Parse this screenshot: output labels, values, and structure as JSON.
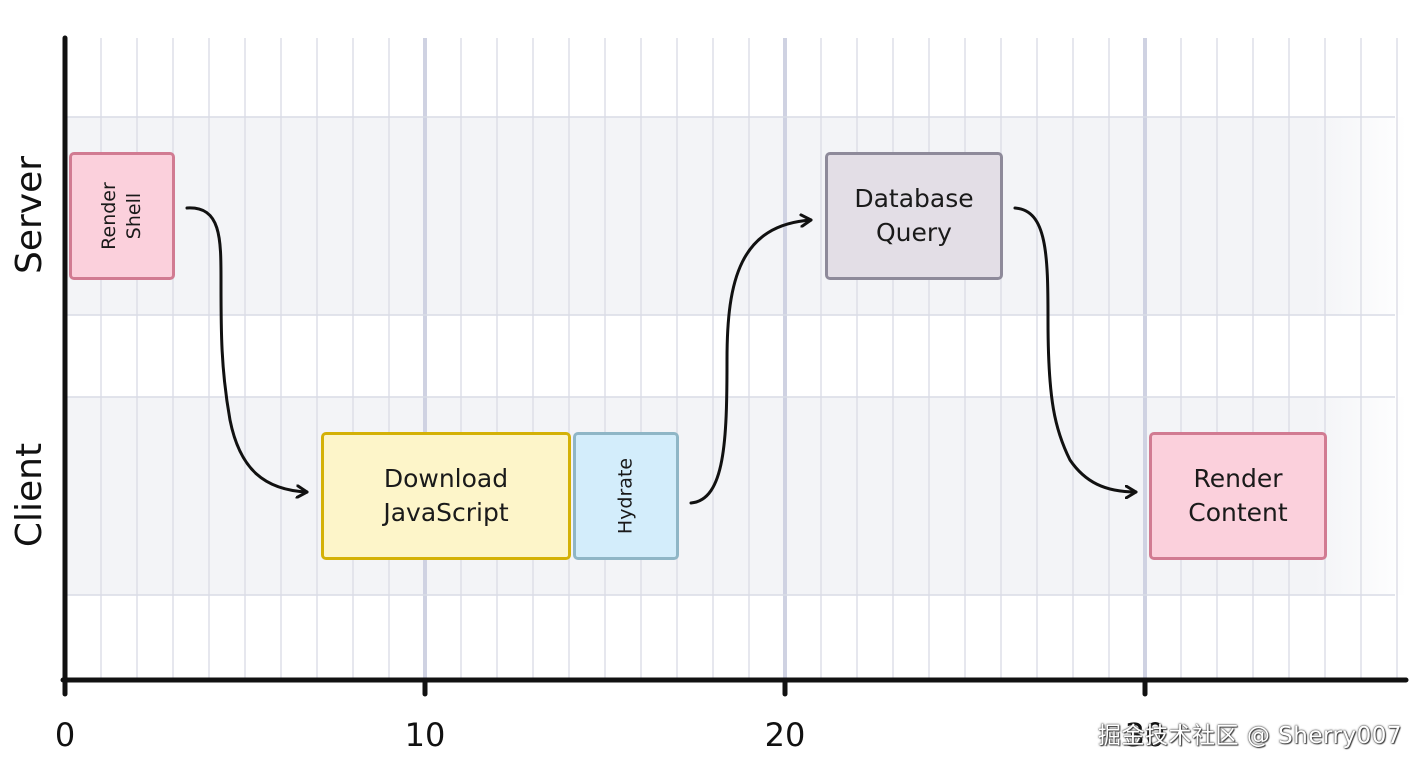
{
  "lanes": {
    "server": "Server",
    "client": "Client"
  },
  "axis": {
    "ticks": [
      "0",
      "10",
      "20",
      "30"
    ]
  },
  "tasks": [
    {
      "id": "render-shell",
      "label": "Render\nShell",
      "lane": "server",
      "start": 0,
      "end": 3,
      "orientation": "vertical",
      "fill": "#fbd0dc",
      "stroke": "#d17b92"
    },
    {
      "id": "download-javascript",
      "label": "Download\nJavaScript",
      "lane": "client",
      "start": 7,
      "end": 14,
      "orientation": "horizontal",
      "fill": "#fdf5c9",
      "stroke": "#d4b106"
    },
    {
      "id": "hydrate",
      "label": "Hydrate",
      "lane": "client",
      "start": 14,
      "end": 17,
      "orientation": "vertical",
      "fill": "#d3edfb",
      "stroke": "#8fb6c6"
    },
    {
      "id": "database-query",
      "label": "Database\nQuery",
      "lane": "server",
      "start": 21,
      "end": 26,
      "orientation": "horizontal",
      "fill": "#e3dee6",
      "stroke": "#8e8a9a"
    },
    {
      "id": "render-content",
      "label": "Render\nContent",
      "lane": "client",
      "start": 30,
      "end": 35,
      "orientation": "horizontal",
      "fill": "#fbd0dc",
      "stroke": "#d17b92"
    }
  ],
  "watermark": "掘金技术社区 @ Sherry007"
}
